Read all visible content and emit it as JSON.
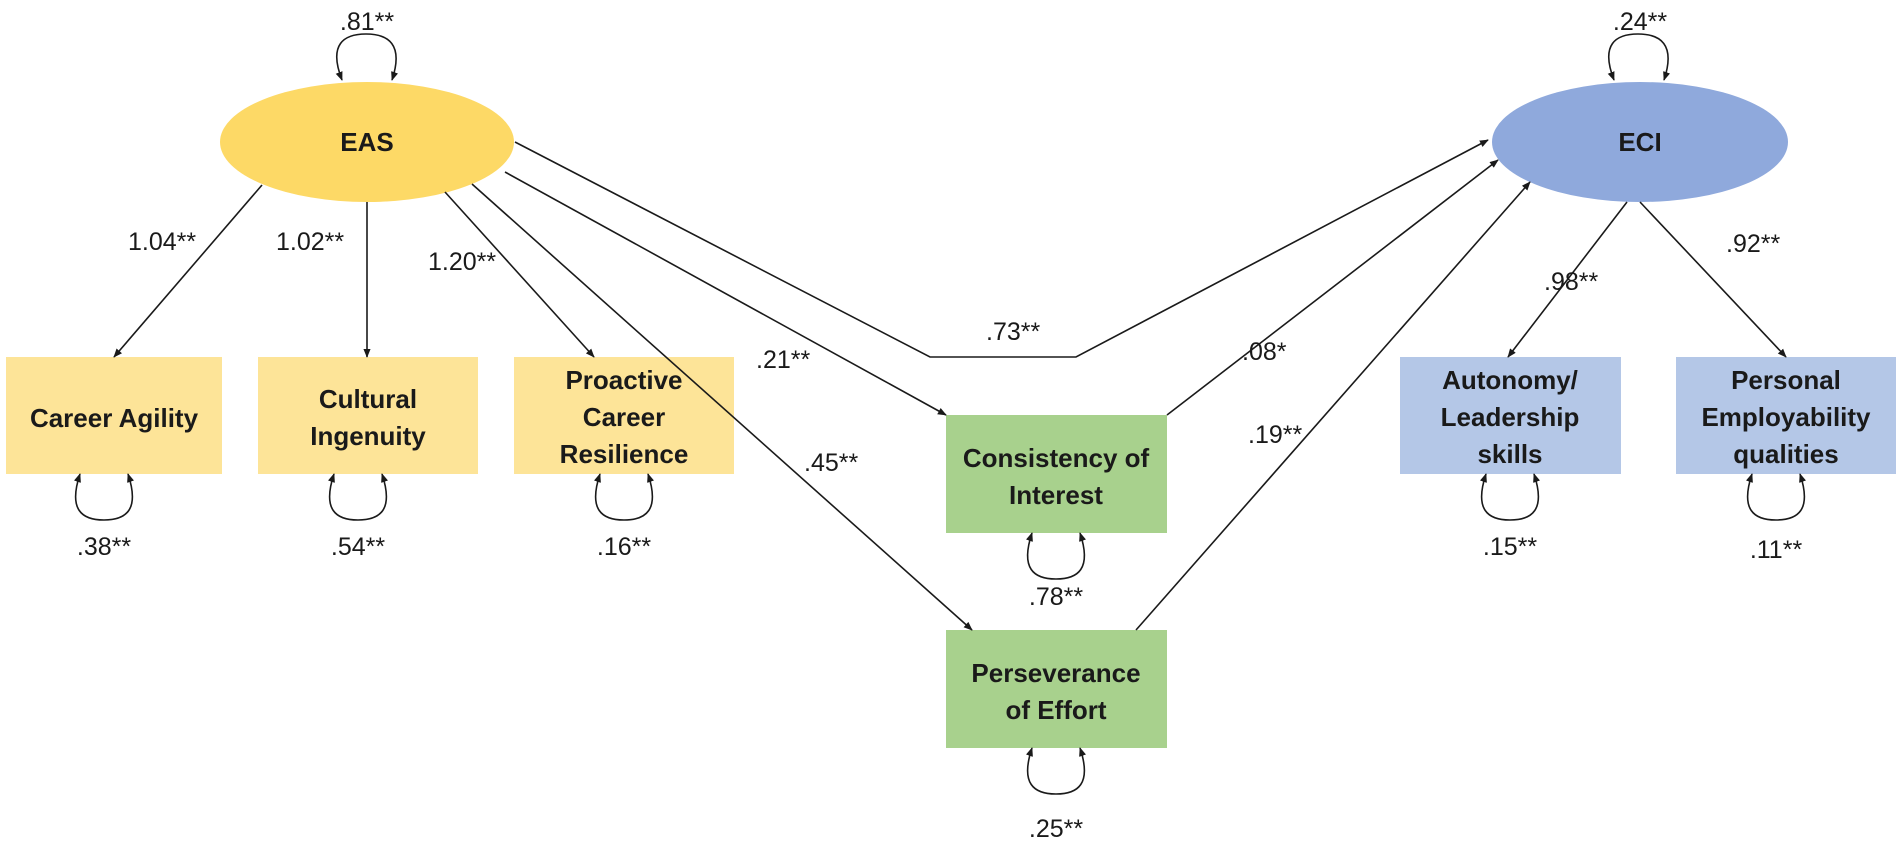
{
  "colors": {
    "predictor": "#fdd966",
    "predictor_indicator": "#fde498",
    "grit": "#a8d18d",
    "outcome": "#8fa9dc",
    "outcome_indicator": "#b4c7e7",
    "line": "#1a1a1a"
  },
  "nodes": {
    "eas": {
      "lines": [
        "EAS"
      ]
    },
    "eci": {
      "lines": [
        "ECI"
      ]
    },
    "career_agility": {
      "lines": [
        "Career Agility"
      ]
    },
    "cultural_ingenuity": {
      "lines": [
        "Cultural",
        "Ingenuity"
      ]
    },
    "proactive_career_resilience": {
      "lines": [
        "Proactive",
        "Career",
        "Resilience"
      ]
    },
    "consistency_of_interest": {
      "lines": [
        "Consistency of",
        "Interest"
      ]
    },
    "perseverance_of_effort": {
      "lines": [
        "Perseverance",
        "of Effort"
      ]
    },
    "autonomy_leadership": {
      "lines": [
        "Autonomy/",
        "Leadership",
        "skills"
      ]
    },
    "personal_employability": {
      "lines": [
        "Personal",
        "Employability",
        "qualities"
      ]
    }
  },
  "paths": {
    "eas_career_agility": ".",
    "eas_cultural_ingenuity": "1.02**",
    "eas_proactive_resilience": "1.20**",
    "eas_eci": ".73**",
    "eas_consistency": ".21**",
    "eas_perseverance": ".45**",
    "consistency_eci": ".08*",
    "perseverance_eci": ".19**",
    "eci_autonomy": ".98**",
    "eci_personal": ".92**"
  },
  "variances": {
    "eas": ".81**",
    "eci": ".24**",
    "career_agility": ".38**",
    "cultural_ingenuity": ".54**",
    "proactive_career_resilience": ".16**",
    "consistency_of_interest": ".78**",
    "perseverance_of_effort": ".25**",
    "autonomy_leadership": ".15**",
    "personal_employability": ".11**"
  }
}
